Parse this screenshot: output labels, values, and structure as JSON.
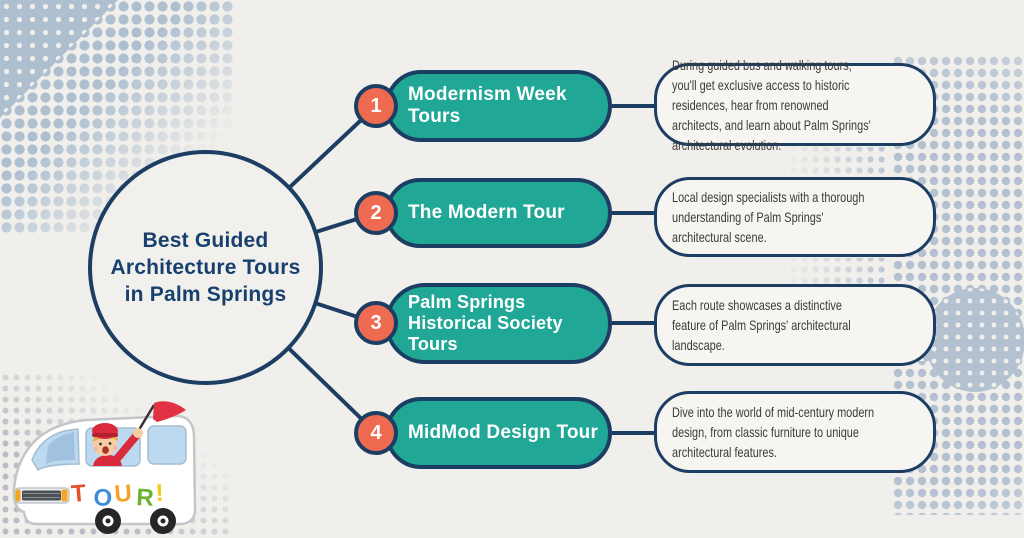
{
  "page": {
    "background_color": "#f1efeb",
    "type": "infographic-mind-map"
  },
  "colors": {
    "navy_outline": "#1c3e63",
    "title_navy": "#17406e",
    "teal_pill": "#21a795",
    "coral_badge": "#ee6a50",
    "card_background": "#f6f5f2",
    "description_text": "#3b3b3b",
    "halftone_blue": "#aebfd0",
    "halftone_gray": "#b9bec6"
  },
  "center": {
    "title_lines": [
      "Best Guided",
      "Architecture Tours",
      "in Palm Springs"
    ]
  },
  "items": [
    {
      "number": "1",
      "title_lines": [
        "Modernism Week",
        "Tours"
      ],
      "description": "During guided bus and walking tours, you'll get exclusive access to historic residences, hear from renowned architects, and learn about Palm Springs' architectural evolution."
    },
    {
      "number": "2",
      "title_lines": [
        "The Modern Tour"
      ],
      "description": "Local design specialists with a thorough understanding of Palm Springs' architectural scene."
    },
    {
      "number": "3",
      "title_lines": [
        "Palm Springs",
        "Historical Society",
        "Tours"
      ],
      "description": "Each route showcases a distinctive feature of Palm Springs' architectural landscape."
    },
    {
      "number": "4",
      "title_lines": [
        "MidMod Design Tour"
      ],
      "description": "Dive into the world of mid-century modern design, from classic furniture to unique architectural features."
    }
  ],
  "bus": {
    "letters": [
      "T",
      "O",
      "U",
      "R",
      "!"
    ],
    "letter_colors": [
      "#e4512e",
      "#3c8ed8",
      "#f2a32a",
      "#6db32f",
      "#f6c60f"
    ]
  }
}
